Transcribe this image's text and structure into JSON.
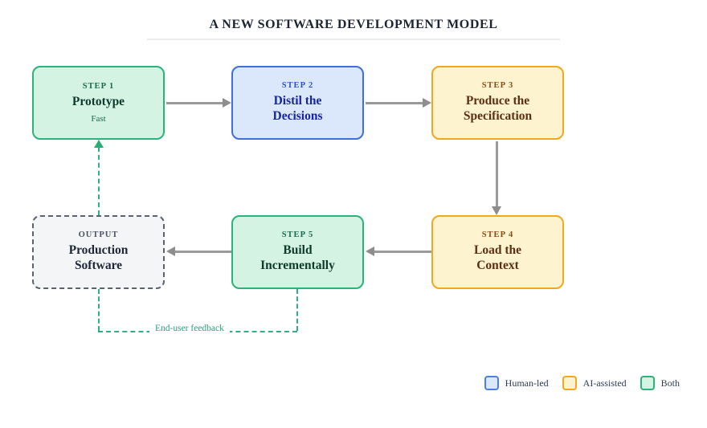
{
  "title": "A NEW SOFTWARE DEVELOPMENT MODEL",
  "nodes": [
    {
      "step_label": "STEP 1",
      "name": "Prototype",
      "note": "Fast",
      "category": "both"
    },
    {
      "step_label": "STEP 2",
      "name": [
        "Distil the",
        "Decisions"
      ],
      "category": "human-led"
    },
    {
      "step_label": "STEP 3",
      "name": [
        "Produce the",
        "Specification"
      ],
      "category": "ai-assisted"
    },
    {
      "step_label": "STEP 4",
      "name": [
        "Load the",
        "Context"
      ],
      "category": "ai-assisted"
    },
    {
      "step_label": "STEP 5",
      "name": [
        "Build",
        "Incrementally"
      ],
      "category": "both"
    },
    {
      "step_label": "OUTPUT",
      "name": [
        "Production",
        "Software"
      ],
      "category": "output"
    }
  ],
  "edges": [
    {
      "from": "step1",
      "to": "step2",
      "style": "solid-gray-arrow"
    },
    {
      "from": "step2",
      "to": "step3",
      "style": "solid-gray-arrow"
    },
    {
      "from": "step3",
      "to": "step4",
      "style": "solid-gray-arrow"
    },
    {
      "from": "step4",
      "to": "step5",
      "style": "solid-gray-arrow"
    },
    {
      "from": "step5",
      "to": "output",
      "style": "solid-gray-arrow"
    },
    {
      "from": "output",
      "to": "step1",
      "style": "dashed-green-arrow"
    },
    {
      "from": "step5",
      "to": "step1",
      "style": "dashed-green-loop",
      "label": "End-user feedback"
    }
  ],
  "feedback_label": "End-user feedback",
  "legend": [
    {
      "label": "Human-led",
      "fill": "#dbe8fb",
      "border": "#4a7fe8"
    },
    {
      "label": "AI-assisted",
      "fill": "#fdf3cf",
      "border": "#f1a81c"
    },
    {
      "label": "Both",
      "fill": "#d5f3e2",
      "border": "#28b47a"
    }
  ],
  "colors": {
    "human_led_fill": "#dbe8fb",
    "human_led_border": "#3f6fdd",
    "ai_assisted_fill": "#fdf3cf",
    "ai_assisted_border": "#f1a81c",
    "both_fill": "#d5f3e2",
    "both_border": "#28b47a",
    "output_fill": "#f4f5f7",
    "output_border": "#5a6272",
    "arrow": "#999999",
    "feedback": "#2aa07f",
    "title_text": "#1b2430"
  }
}
